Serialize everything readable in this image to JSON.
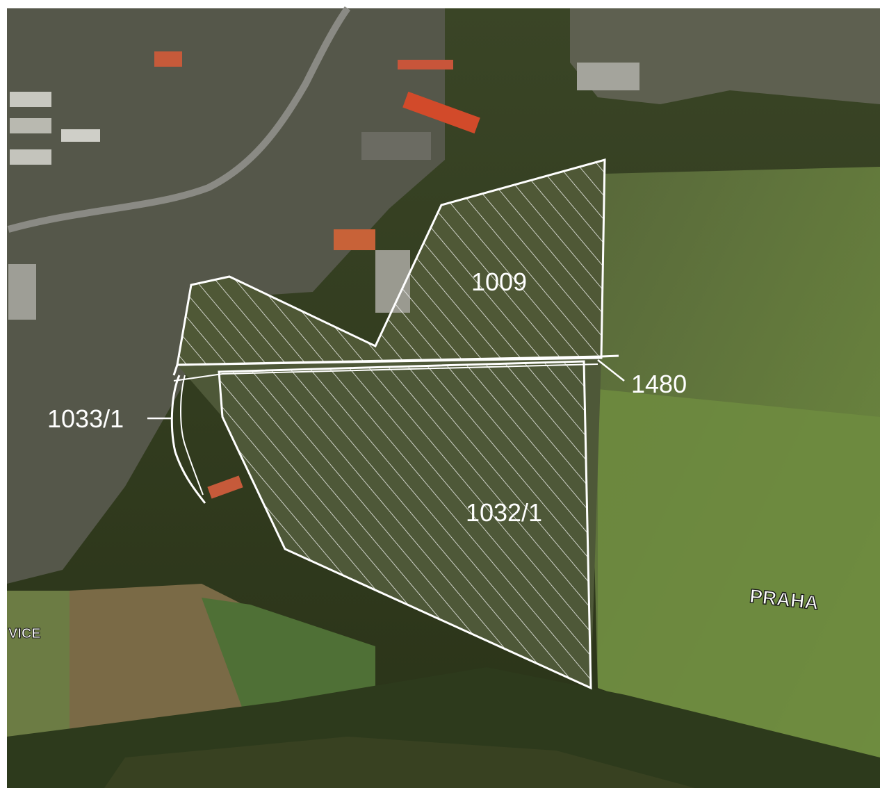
{
  "map": {
    "background_colors": {
      "paper": "#ffffff",
      "forest": "#2f3a1e",
      "urban": "#5a5a4c",
      "field_green": "#6e8a3e",
      "field_olive": "#5f6b3c",
      "field_brown": "#7a6a46",
      "roof_red": "#d24a2a",
      "parcel_line": "#ffffff"
    },
    "parcels": [
      {
        "id": "parcel-1009",
        "label": "1009"
      },
      {
        "id": "parcel-1032-1",
        "label": "1032/1"
      },
      {
        "id": "parcel-1480",
        "label": "1480"
      },
      {
        "id": "parcel-1033-1",
        "label": "1033/1"
      }
    ],
    "place_labels": {
      "praha": "PRAHA",
      "left_edge": "VICE"
    }
  }
}
